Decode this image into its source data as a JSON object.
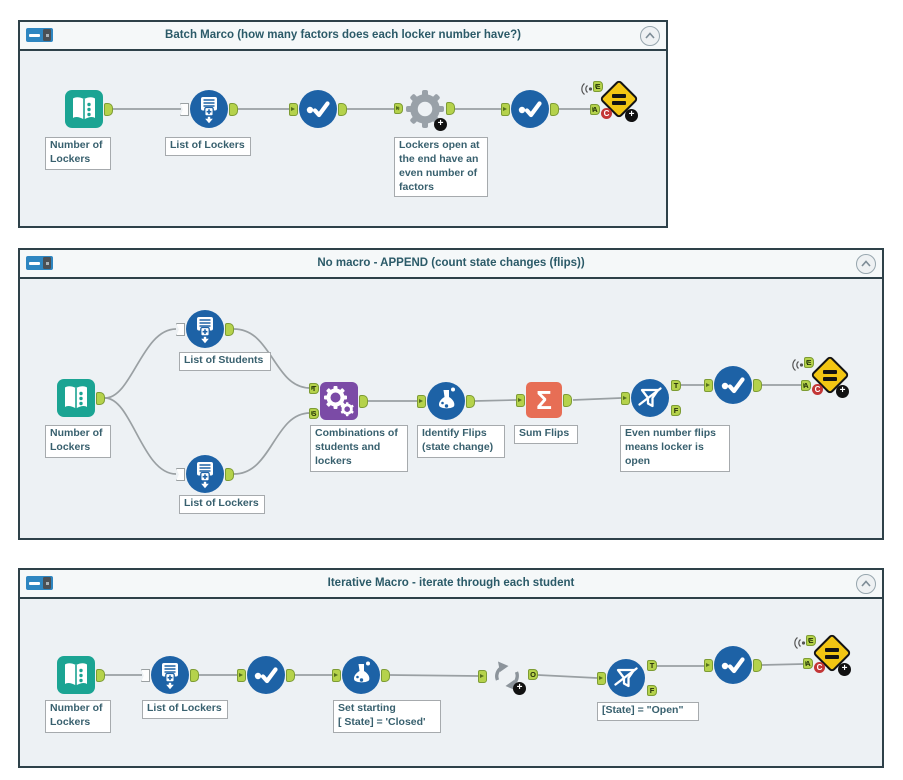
{
  "port_labels": {
    "e": "E",
    "a": "A",
    "t": "T",
    "s": "S",
    "f": "F",
    "o": "O",
    "macro_in": "↓"
  },
  "glyphs": {
    "sigma": "Σ",
    "plus": "+",
    "c_badge": "C"
  },
  "icon_legend": {
    "text-input-icon": "teal open book",
    "generate-rows-icon": "blue circle, stacked rows with plus and down arrow",
    "formula-icon": "blue circle, dot and checkmark",
    "batch-macro-icon": "gray gear with plus badge",
    "append-fields-icon": "purple square with two gears",
    "multi-row-formula-icon": "blue circle with flask",
    "summarize-icon": "coral square with sigma",
    "filter-icon": "blue circle with funnel and slash",
    "iterative-macro-icon": "gray circular arrows with plus badge",
    "test-icon": "yellow diamond with equals sign"
  },
  "containers": [
    {
      "title": "Batch Marco (how many factors does each locker number have?)",
      "tools": [
        "text-input",
        "generate-rows",
        "formula",
        "batch-macro",
        "formula",
        "test"
      ],
      "annotations": [
        "Number of\nLockers",
        "List of Lockers",
        "Lockers open at\nthe end have an\neven number of\nfactors"
      ]
    },
    {
      "title": "No macro - APPEND (count state changes (flips))",
      "tools": [
        "text-input",
        "generate-rows",
        "generate-rows",
        "append-fields",
        "multi-row-formula",
        "summarize",
        "filter",
        "formula",
        "test"
      ],
      "annotations": [
        "Number of\nLockers",
        "List of Students",
        "List of Lockers",
        "Combinations of\nstudents and\nlockers",
        "Identify Flips\n(state change)",
        "Sum Flips",
        "Even number flips\nmeans locker is\nopen"
      ]
    },
    {
      "title": "Iterative Macro - iterate through each student",
      "tools": [
        "text-input",
        "generate-rows",
        "formula",
        "multi-row-formula",
        "iterative-macro",
        "filter",
        "formula",
        "test"
      ],
      "annotations": [
        "Number of\nLockers",
        "List of Lockers",
        "Set starting\n[ State] = 'Closed'",
        "[State] = \"Open\""
      ]
    }
  ]
}
